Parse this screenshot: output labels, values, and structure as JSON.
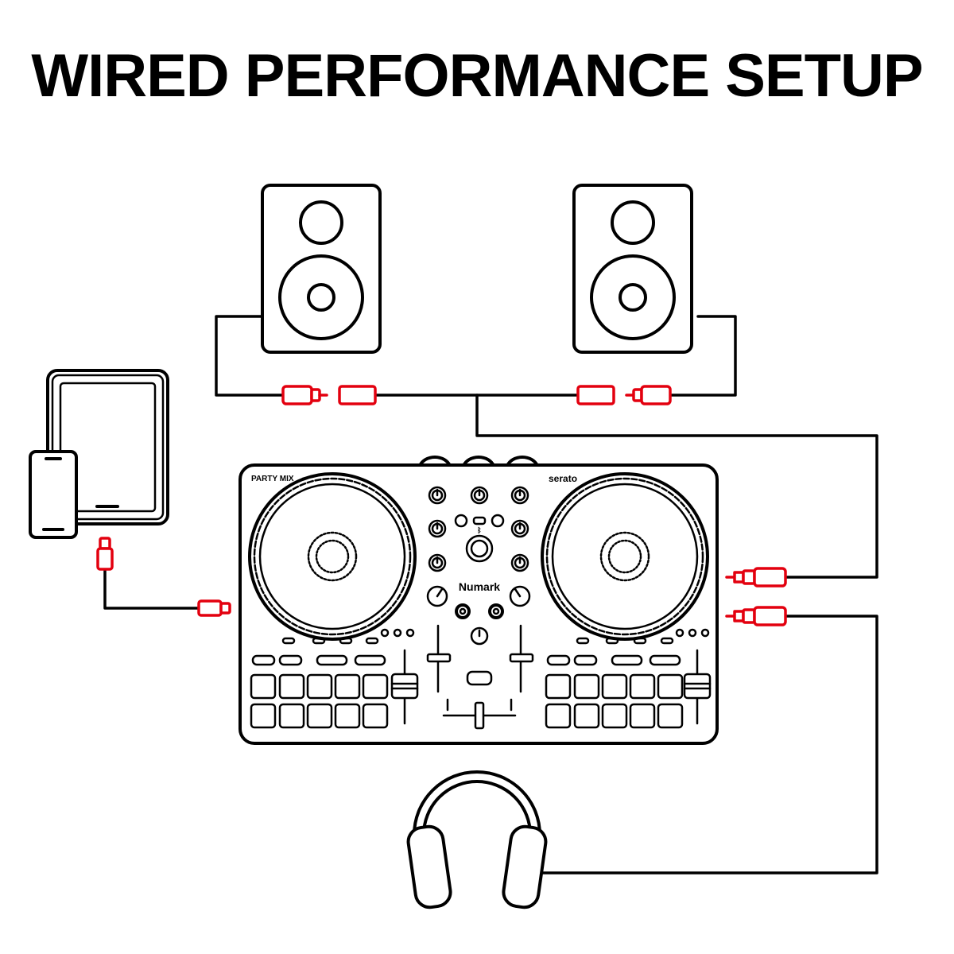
{
  "title": "WIRED PERFORMANCE SETUP",
  "controller": {
    "model_label": "PARTY MIX",
    "software_label": "serato",
    "brand_label": "Numark"
  },
  "colors": {
    "connector": "#e3000f",
    "outline": "#000000",
    "background": "#ffffff"
  },
  "icons": {
    "bluetooth": "bluetooth-icon"
  }
}
